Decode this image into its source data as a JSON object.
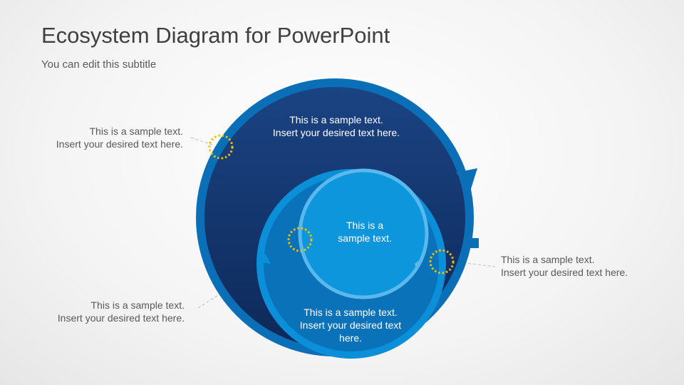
{
  "slide": {
    "title": "Ecosystem Diagram for PowerPoint",
    "subtitle": "You can edit this subtitle"
  },
  "diagram": {
    "outer_text": [
      "This is a sample text.",
      "Insert your desired text here."
    ],
    "middle_text": [
      "This is a sample text.",
      "Insert your desired text",
      "here."
    ],
    "inner_text": [
      "This is a",
      "sample text."
    ],
    "callouts": [
      {
        "lines": [
          "This is a sample text.",
          "Insert your desired text here."
        ]
      },
      {
        "lines": [
          "This is a sample text.",
          "Insert your desired text here."
        ]
      },
      {
        "lines": [
          "This is a sample text.",
          "Insert your desired text here."
        ]
      }
    ]
  },
  "colors": {
    "outer_ring": "#0b6fb8",
    "outer_fill": "#163a78",
    "middle_ring": "#0a8fd8",
    "middle_fill": "#0a72b8",
    "inner_ring": "#5bb8ec",
    "inner_fill": "#0d96dc",
    "marker": "#f5c000"
  }
}
